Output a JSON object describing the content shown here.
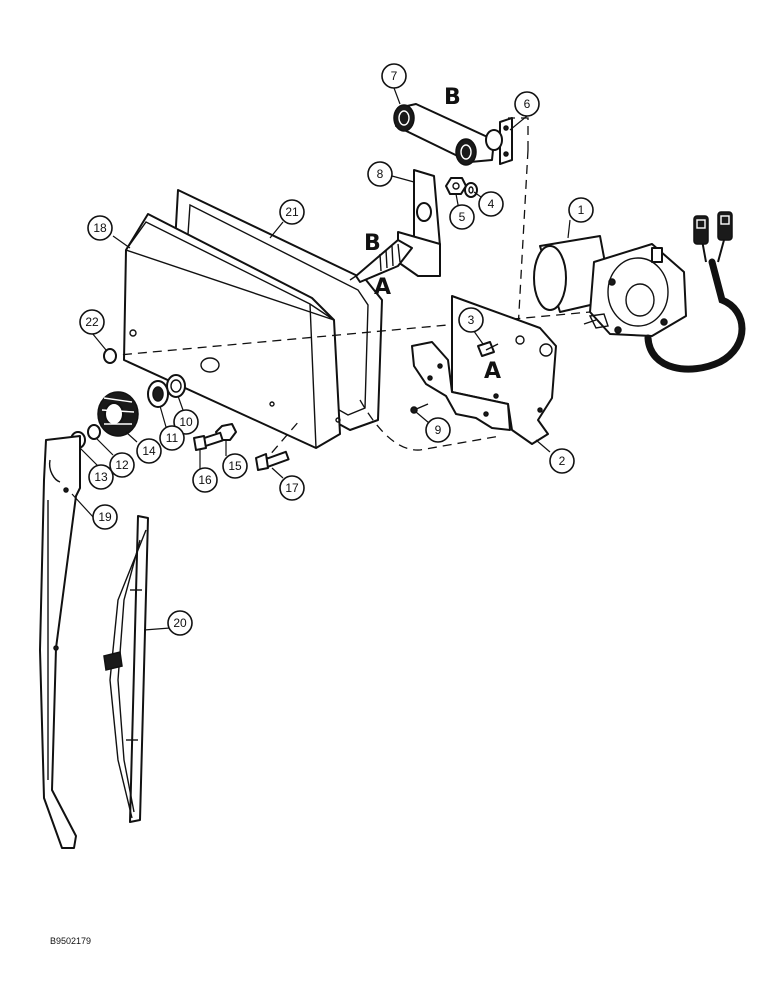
{
  "figure": {
    "id_code": "B9502179",
    "alignment_letters": {
      "a_upper": "A",
      "a_lower": "A",
      "b_upper": "B",
      "b_lower": "B"
    },
    "callouts": [
      {
        "num": "1",
        "part": "wiper-motor"
      },
      {
        "num": "2",
        "part": "mounting-bracket"
      },
      {
        "num": "3",
        "part": "bolt"
      },
      {
        "num": "4",
        "part": "washer"
      },
      {
        "num": "5",
        "part": "nut"
      },
      {
        "num": "6",
        "part": "crank-pivot"
      },
      {
        "num": "7",
        "part": "link-arm"
      },
      {
        "num": "8",
        "part": "pivot-plate"
      },
      {
        "num": "9",
        "part": "screw"
      },
      {
        "num": "10",
        "part": "washer"
      },
      {
        "num": "11",
        "part": "nut"
      },
      {
        "num": "12",
        "part": "washer"
      },
      {
        "num": "13",
        "part": "nut"
      },
      {
        "num": "14",
        "part": "cap"
      },
      {
        "num": "15",
        "part": "nut"
      },
      {
        "num": "16",
        "part": "bolt"
      },
      {
        "num": "17",
        "part": "bolt"
      },
      {
        "num": "18",
        "part": "cover"
      },
      {
        "num": "19",
        "part": "wiper-arm"
      },
      {
        "num": "20",
        "part": "wiper-blade"
      },
      {
        "num": "21",
        "part": "gasket"
      },
      {
        "num": "22",
        "part": "plug"
      }
    ]
  }
}
